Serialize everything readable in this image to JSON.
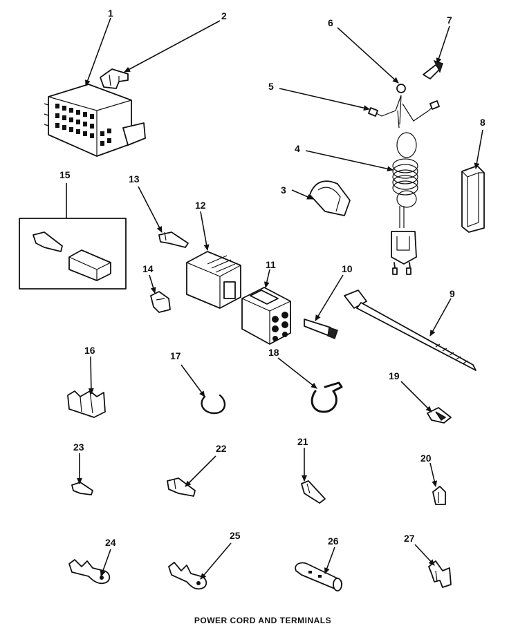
{
  "title": "POWER CORD AND TERMINALS",
  "callouts": [
    "1",
    "2",
    "3",
    "4",
    "5",
    "6",
    "7",
    "8",
    "9",
    "10",
    "11",
    "12",
    "13",
    "14",
    "15",
    "16",
    "17",
    "18",
    "19",
    "20",
    "21",
    "22",
    "23",
    "24",
    "25",
    "26",
    "27"
  ]
}
